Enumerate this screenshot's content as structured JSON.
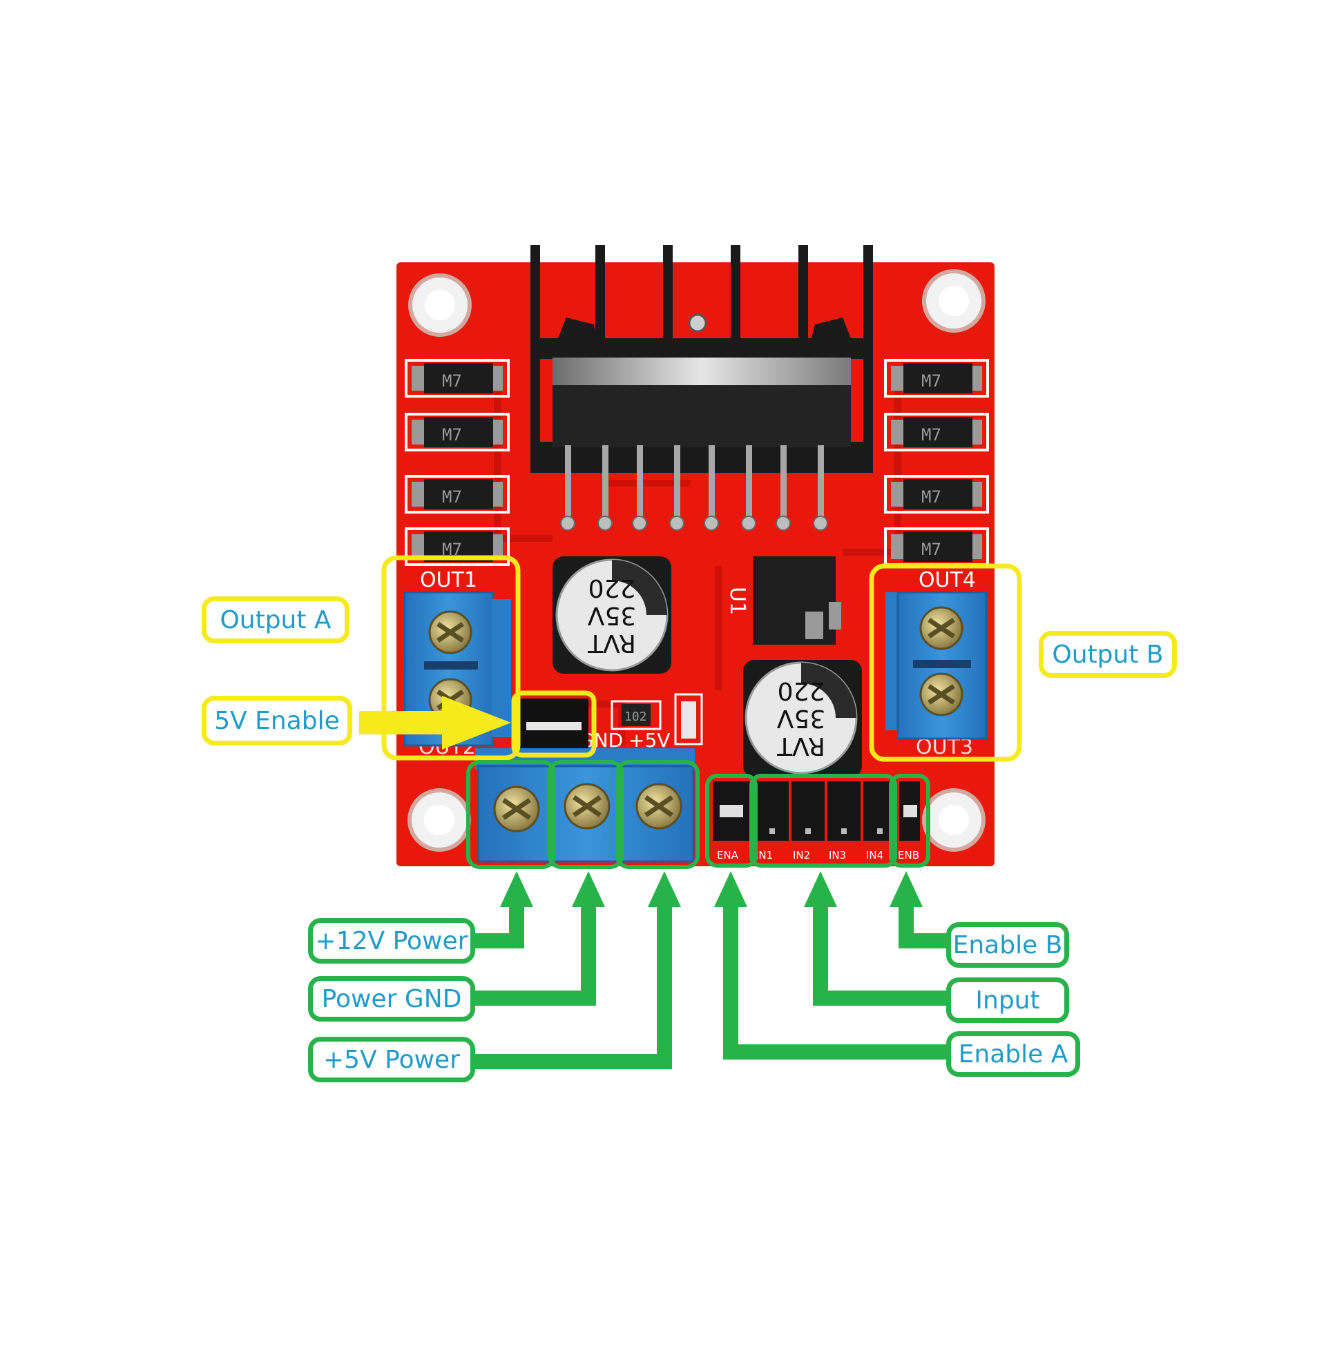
{
  "board": {
    "out1": "OUT1",
    "out2": "OUT2",
    "out3": "OUT3",
    "out4": "OUT4",
    "u1": "U1",
    "gnd": "GND",
    "plus5v": "+5V",
    "header_labels": [
      "ENA",
      "IN1",
      "IN2",
      "IN3",
      "IN4",
      "ENB"
    ],
    "diode_marks": [
      "M7",
      "M7",
      "M7",
      "M7",
      "M7",
      "M7",
      "M7",
      "M7"
    ],
    "capacitor_lines": [
      "RVT",
      "35V",
      "220"
    ],
    "resistor_mark": "102"
  },
  "callouts": {
    "output_a": "Output A",
    "output_b": "Output B",
    "enable_5v": "5V Enable",
    "power_12v": "+12V Power",
    "power_gnd": "Power GND",
    "power_5v": "+5V Power",
    "enable_b": "Enable B",
    "input": "Input",
    "enable_a": "Enable A"
  },
  "colors": {
    "pcb": "#e8180c",
    "terminal": "#2f86cf",
    "highlight_yellow": "#f4ea1c",
    "highlight_green": "#27b34a",
    "label_text": "#1f9bc9"
  }
}
